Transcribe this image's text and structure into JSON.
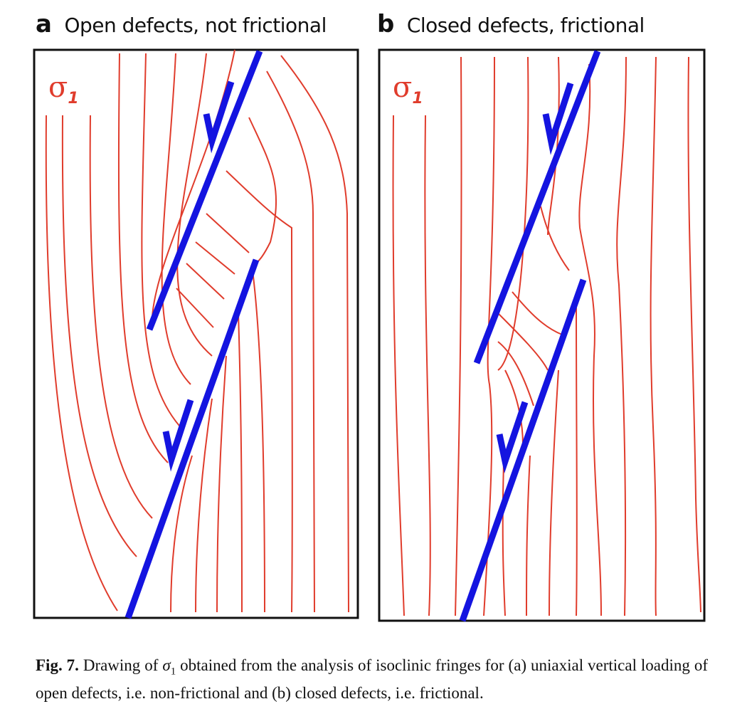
{
  "panels": [
    {
      "letter": "a",
      "title": "Open defects, not frictional",
      "sigma": "σ",
      "sigma_sub": "1"
    },
    {
      "letter": "b",
      "title": "Closed defects, frictional",
      "sigma": "σ",
      "sigma_sub": "1"
    }
  ],
  "colors": {
    "fringe": "#e03c2c",
    "defect": "#1414e0",
    "frame": "#111111"
  },
  "caption": {
    "label": "Fig. 7.",
    "text_before": " Drawing of ",
    "symbol": "σ",
    "symbol_sub": "1",
    "text_after": " obtained from the analysis of isoclinic fringes for (a) uniaxial vertical loading of open defects, i.e. non-frictional and (b) closed defects, i.e. frictional."
  }
}
